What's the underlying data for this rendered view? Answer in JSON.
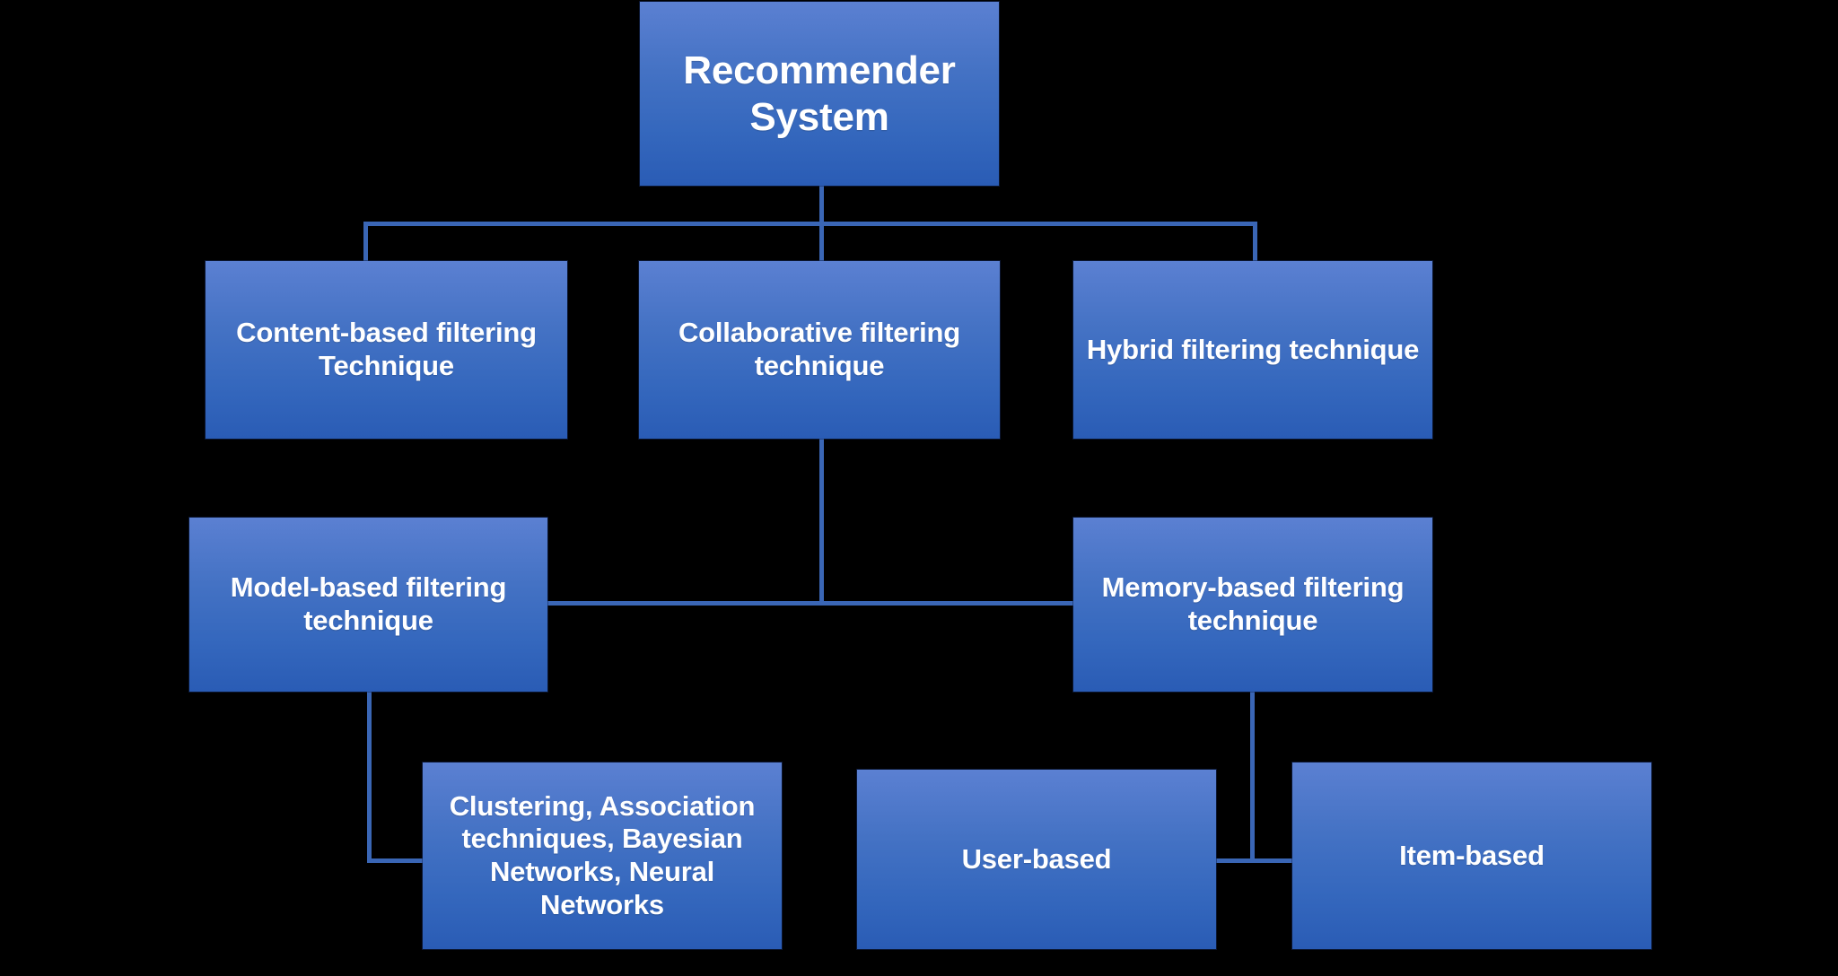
{
  "diagram": {
    "title": "Recommender System Taxonomy",
    "type": "hierarchy-tree",
    "background_color": "#000000",
    "node_fill_top": "#5b80d2",
    "node_fill_bottom": "#2a5cb5",
    "node_text_color": "#ffffff",
    "connector_color": "#3a66b5"
  },
  "nodes": {
    "root": {
      "label": "Recommender System",
      "level": 0
    },
    "content_based": {
      "label": "Content-based filtering Technique",
      "level": 1
    },
    "collaborative": {
      "label": "Collaborative filtering technique",
      "level": 1
    },
    "hybrid": {
      "label": "Hybrid filtering technique",
      "level": 1
    },
    "model_based": {
      "label": "Model-based filtering technique",
      "level": 2
    },
    "memory_based": {
      "label": "Memory-based filtering technique",
      "level": 2
    },
    "model_techniques": {
      "label": "Clustering, Association techniques, Bayesian Networks, Neural Networks",
      "level": 3
    },
    "user_based": {
      "label": "User-based",
      "level": 3
    },
    "item_based": {
      "label": "Item-based",
      "level": 3
    }
  },
  "edges": [
    {
      "from": "root",
      "to": "content_based"
    },
    {
      "from": "root",
      "to": "collaborative"
    },
    {
      "from": "root",
      "to": "hybrid"
    },
    {
      "from": "collaborative",
      "to": "model_based"
    },
    {
      "from": "collaborative",
      "to": "memory_based"
    },
    {
      "from": "model_based",
      "to": "model_techniques"
    },
    {
      "from": "memory_based",
      "to": "user_based"
    },
    {
      "from": "memory_based",
      "to": "item_based"
    }
  ]
}
